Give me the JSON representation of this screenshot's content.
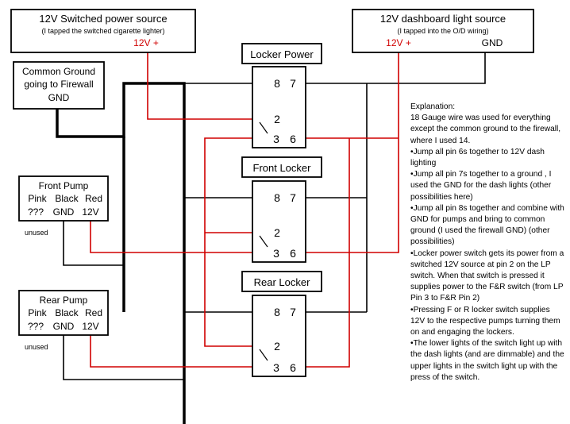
{
  "switched_source": {
    "title": "12V Switched power source",
    "note": "(I tapped the switched cigarette lighter)",
    "terminal": "12V +"
  },
  "dash_source": {
    "title": "12V dashboard light source",
    "note": "(I tapped into the O/D wiring)",
    "terminal_pos": "12V +",
    "terminal_gnd": "GND"
  },
  "common_ground": {
    "line1": "Common Ground",
    "line2": "going to Firewall",
    "line3": "GND"
  },
  "front_pump": {
    "title": "Front Pump",
    "wires": [
      "Pink",
      "Black",
      "Red"
    ],
    "pins": [
      "???",
      "GND",
      "12V"
    ],
    "unused": "unused"
  },
  "rear_pump": {
    "title": "Rear Pump",
    "wires": [
      "Pink",
      "Black",
      "Red"
    ],
    "pins": [
      "???",
      "GND",
      "12V"
    ],
    "unused": "unused"
  },
  "switches": [
    {
      "label": "Locker Power",
      "pins": {
        "p8": "8",
        "p7": "7",
        "p2": "2",
        "p3": "3",
        "p6": "6"
      }
    },
    {
      "label": "Front Locker",
      "pins": {
        "p8": "8",
        "p7": "7",
        "p2": "2",
        "p3": "3",
        "p6": "6"
      }
    },
    {
      "label": "Rear Locker",
      "pins": {
        "p8": "8",
        "p7": "7",
        "p2": "2",
        "p3": "3",
        "p6": "6"
      }
    }
  ],
  "explanation": {
    "heading": "Explanation:",
    "intro": "18 Gauge wire was used for everything except the common ground to the firewall, where I used 14.",
    "bullets": [
      "•Jump all pin 6s together to 12V dash lighting",
      "•Jump all pin 7s together to a ground , I used the GND for the dash lights (other possibilities here)",
      "•Jump all pin 8s together and combine with GND for pumps and bring to common ground (I used the firewall GND) (other possibilities)",
      "•Locker power switch gets its power from a switched 12V source at pin 2 on the LP switch. When that switch is pressed it supplies power to the F&R switch (from LP  Pin 3 to F&R Pin 2)",
      "•Pressing F or R locker switch supplies 12V to the respective pumps turning them on and engaging the lockers.",
      "•The lower lights of the switch light up with the dash lights (and are dimmable) and the upper  lights in the switch light up with the press of the switch."
    ]
  },
  "colors": {
    "power_wire": "#d00000",
    "ground_wire": "#000000"
  }
}
